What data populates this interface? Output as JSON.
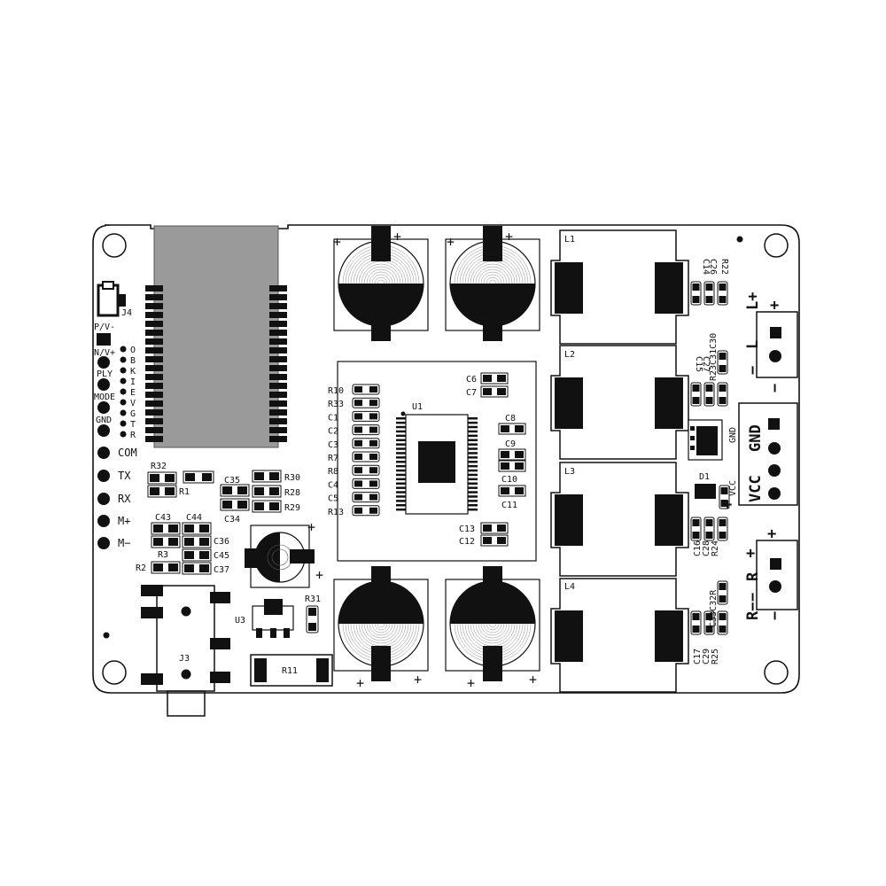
{
  "labels": {
    "j4": "J4",
    "pv": "P/V-",
    "nv": "N/V+",
    "ply": "PLY",
    "mode": "MODE",
    "gnd_small": "GND",
    "com": "COM",
    "tx": "TX",
    "rx": "RX",
    "mplus": "M+",
    "mminus": "M−",
    "col": [
      "O",
      "B",
      "K",
      "I",
      "E",
      "V",
      "G",
      "T",
      "R"
    ],
    "r32": "R32",
    "r1": "R1",
    "c35": "C35",
    "c34": "C34",
    "r30": "R30",
    "r28": "R28",
    "r29": "R29",
    "c43": "C43",
    "c44": "C44",
    "c36": "C36",
    "c45": "C45",
    "c37": "C37",
    "r3": "R3",
    "r2": "R2",
    "r31": "R31",
    "u3": "U3",
    "j3": "J3",
    "r11": "R11",
    "u1": "U1",
    "left_resistors": [
      "R10",
      "R33",
      "C1",
      "C2",
      "C3",
      "R7",
      "R8",
      "C4",
      "C5",
      "R13"
    ],
    "c6": "C6",
    "c7": "C7",
    "c8": "C8",
    "c9": "C9",
    "c10": "C10",
    "c11": "C11",
    "c13": "C13",
    "c12": "C12",
    "l1": "L1",
    "l2": "L2",
    "l3": "L3",
    "l4": "L4",
    "c14": "C14",
    "c26": "C26",
    "r22": "R22",
    "r23c31c30": "R23C31C30",
    "c15": "C15",
    "c27": "C27",
    "gnd_v": "GND",
    "vcc_v": "VCC",
    "d1": "D1",
    "c16": "C16",
    "c28": "C28",
    "r24": "R24",
    "c33c32r": "C33C32R",
    "c17": "C17",
    "c29": "C29",
    "r25": "R25",
    "gnd_big": "GND",
    "vcc_big": "VCC",
    "l_term": "L",
    "r_term": "R",
    "plus": "+",
    "minus": "−",
    "r_minus": "R−",
    "l_plus": "L+"
  }
}
